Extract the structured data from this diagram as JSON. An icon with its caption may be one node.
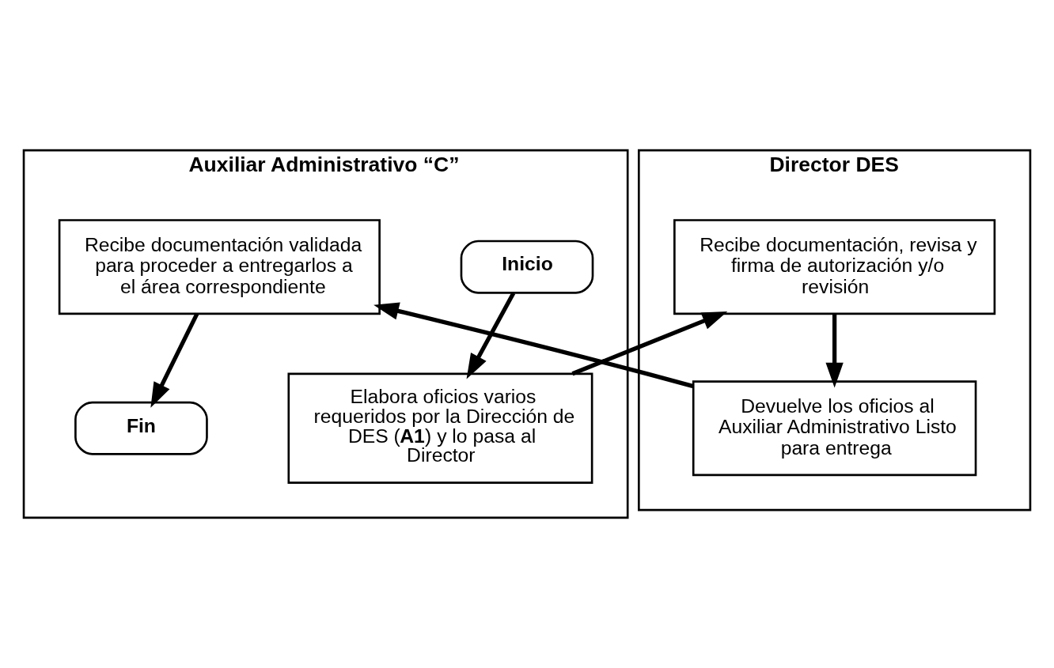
{
  "diagram": {
    "nodes": [
      {
        "text": [
          "Auxiliar Administrativo “C”"
        ]
      },
      {
        "text": [
          "Director DES"
        ]
      },
      {
        "text": [
          "Inicio"
        ],
        "in": 0
      },
      {
        "text": [
          "Elabora oficios varios requeridos por la Dirección de DES (**A1**) y lo pasa al Director"
        ],
        "in": 0
      },
      {
        "text": [
          "Recibe documentación, revisa y firma de autorización y/o revisión"
        ],
        "in": 1
      },
      {
        "text": [
          "Devuelve los oficios al Auxiliar Administrativo Listo para entrega"
        ],
        "in": 1
      },
      {
        "text": [
          "Recibe documentación validada para proceder a entregarlos a el área correspondiente"
        ],
        "in": 0
      },
      {
        "text": [
          "Fin"
        ],
        "in": 0
      }
    ],
    "edges": [
      {
        "from": 2,
        "to": 3,
        "arrow": "to"
      },
      {
        "from": 3,
        "to": 4,
        "arrow": "to"
      },
      {
        "from": 4,
        "to": 5,
        "arrow": "to"
      },
      {
        "from": 5,
        "to": 6,
        "arrow": "to"
      },
      {
        "from": 6,
        "to": 7,
        "arrow": "to"
      }
    ]
  }
}
